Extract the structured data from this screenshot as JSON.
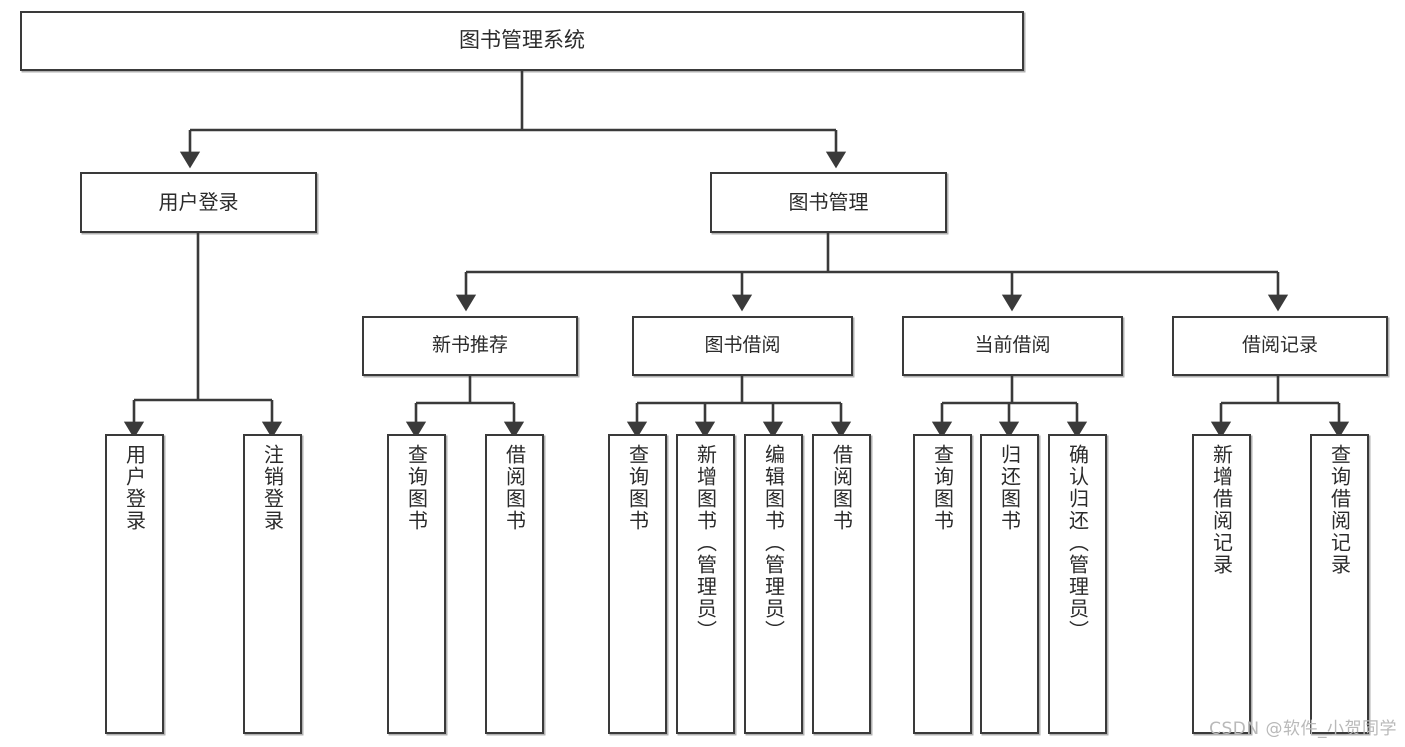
{
  "diagram": {
    "title": "图书管理系统",
    "watermark": "CSDN @软件_小贺同学",
    "accent_color": "#3a3a3a",
    "background_color": "#ffffff",
    "nodes": {
      "root": {
        "label": "图书管理系统"
      },
      "level2": [
        {
          "label": "用户登录"
        },
        {
          "label": "图书管理"
        }
      ],
      "level3": [
        {
          "label": "新书推荐"
        },
        {
          "label": "图书借阅"
        },
        {
          "label": "当前借阅"
        },
        {
          "label": "借阅记录"
        }
      ],
      "leaves": [
        {
          "label": "用户登录"
        },
        {
          "label": "注销登录"
        },
        {
          "label": "查询图书"
        },
        {
          "label": "借阅图书"
        },
        {
          "label": "查询图书"
        },
        {
          "label": "新增图书（管理员）"
        },
        {
          "label": "编辑图书（管理员）"
        },
        {
          "label": "借阅图书"
        },
        {
          "label": "查询图书"
        },
        {
          "label": "归还图书"
        },
        {
          "label": "确认归还（管理员）"
        },
        {
          "label": "新增借阅记录"
        },
        {
          "label": "查询借阅记录"
        }
      ]
    }
  }
}
